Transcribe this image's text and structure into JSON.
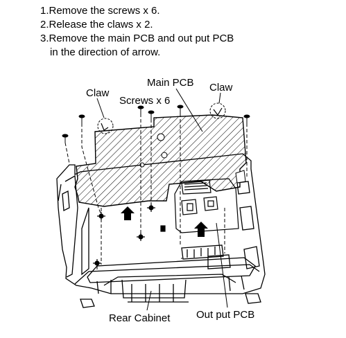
{
  "instructions": {
    "step1": "1.Remove the screws x 6.",
    "step2": "2.Release the claws x 2.",
    "step3": "3.Remove the main PCB and out put PCB",
    "step3_cont": "in the direction of arrow."
  },
  "labels": {
    "claw_left": "Claw",
    "screws": "Screws x 6",
    "main_pcb": "Main PCB",
    "claw_right": "Claw",
    "rear_cabinet": "Rear Cabinet",
    "output_pcb": "Out put PCB"
  }
}
